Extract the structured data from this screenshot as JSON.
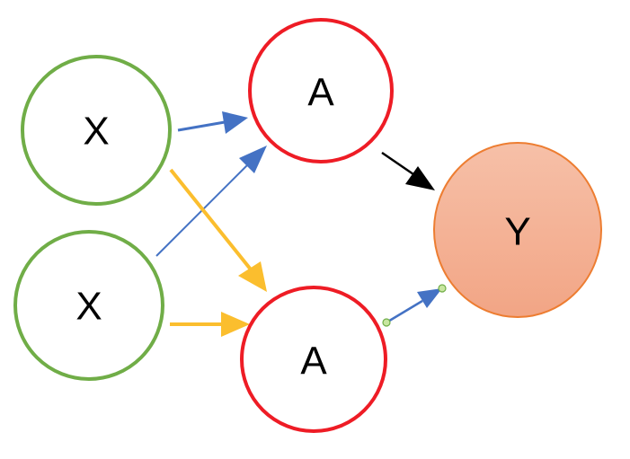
{
  "nodes": {
    "x_top": {
      "label": "X",
      "stroke": "#70ad47",
      "fill": "#ffffff"
    },
    "x_bottom": {
      "label": "X",
      "stroke": "#70ad47",
      "fill": "#ffffff"
    },
    "a_top": {
      "label": "A",
      "stroke": "#ee1c25",
      "fill": "#ffffff"
    },
    "a_bottom": {
      "label": "A",
      "stroke": "#ee1c25",
      "fill": "#ffffff"
    },
    "y": {
      "label": "Y",
      "stroke": "#ed7d31",
      "fill_top": "#f6c0a8",
      "fill_bottom": "#f2a585"
    }
  },
  "edges": {
    "blue": "#4472c4",
    "gold": "#fbbe2e",
    "black": "#000000",
    "handle_fill": "#c8e6a0",
    "handle_stroke": "#70ad47"
  }
}
